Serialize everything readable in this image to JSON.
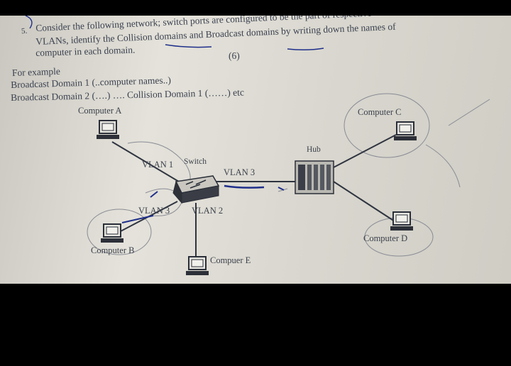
{
  "question": {
    "number": "5.",
    "line1": "Consider the following network; switch ports are configured to be the part of respective",
    "line2": "VLANs, identify the Collision domains and Broadcast domains by writing down the names of",
    "line3": "computer in each domain.",
    "marks": "(6)"
  },
  "example": {
    "heading": "For example",
    "line1": "Broadcast Domain 1 (..computer names..)",
    "line2": "Broadcast Domain 2 (….) …. Collision Domain 1 (……) etc"
  },
  "diagram": {
    "computer_a": "Computer A",
    "computer_b": "Computer B",
    "computer_c": "Computer C",
    "computer_d": "Computer D",
    "computer_e": "Compuer E",
    "switch": "Switch",
    "hub": "Hub",
    "vlan1": "VLAN 1",
    "vlan2": "VLAN 2",
    "vlan3_hub": "VLAN 3",
    "vlan3_b": "VLAN 3"
  },
  "colors": {
    "ink": "#3b4150",
    "pen": "#1f2f8a",
    "paper": "#dddbd3"
  }
}
